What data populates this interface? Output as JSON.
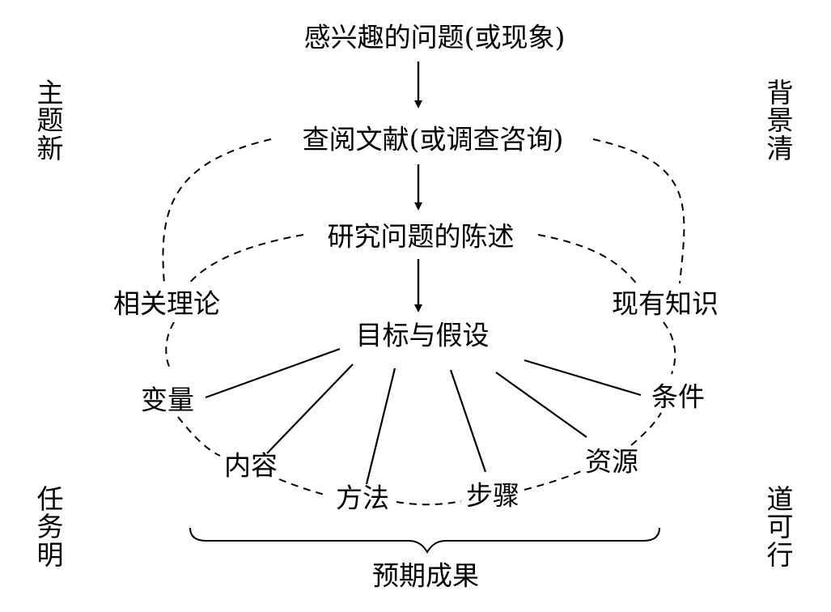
{
  "nodes": {
    "interest": "感兴趣的问题(或现象)",
    "literature": "查阅文献(或调查咨询)",
    "problem_statement": "研究问题的陈述",
    "goals_hypotheses": "目标与假设",
    "related_theory": "相关理论",
    "existing_knowledge": "现有知识",
    "variables": "变量",
    "conditions": "条件",
    "content": "内容",
    "resources": "资源",
    "methods": "方法",
    "steps": "步骤",
    "expected_results": "预期成果"
  },
  "side_labels": {
    "top_left": [
      "主",
      "题",
      "新"
    ],
    "top_right": [
      "背",
      "景",
      "清"
    ],
    "bottom_left": [
      "任",
      "务",
      "明"
    ],
    "bottom_right": [
      "道",
      "可",
      "行"
    ]
  }
}
